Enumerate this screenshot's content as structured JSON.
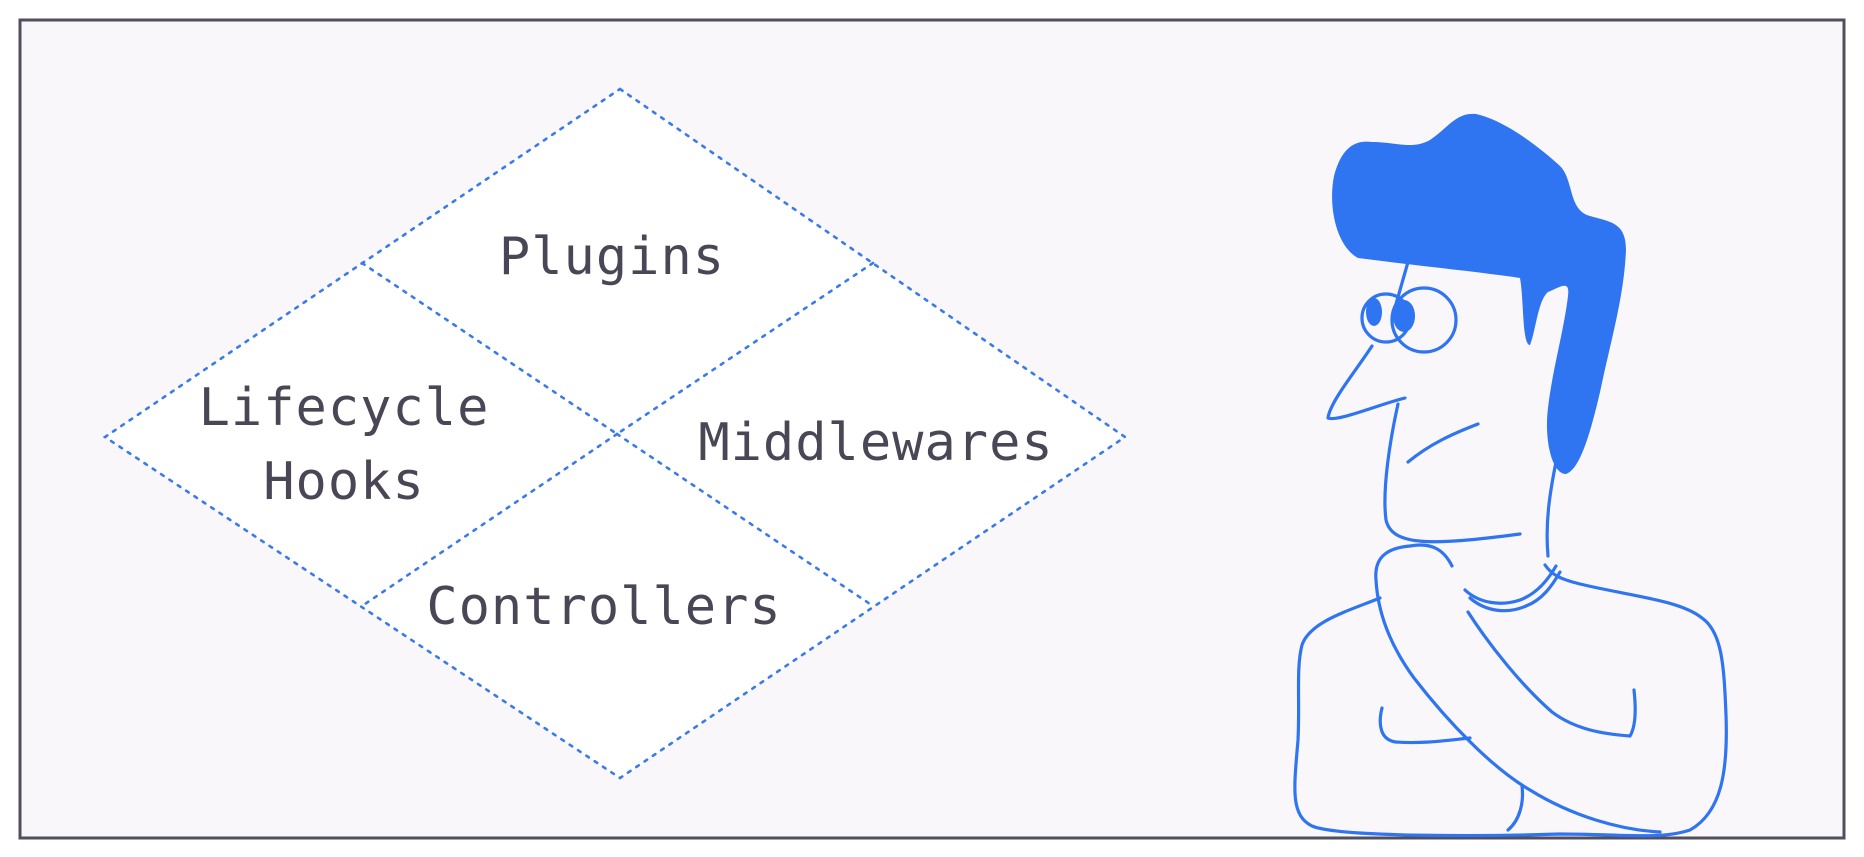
{
  "diagram": {
    "labels": {
      "top": "Plugins",
      "left_line1": "Lifecycle",
      "left_line2": "Hooks",
      "right": "Middlewares",
      "bottom": "Controllers"
    },
    "colors": {
      "frame": "#524e5e",
      "background": "#f9f7f9",
      "diamond_fill": "#ffffff",
      "dotted_line": "#3a7bea",
      "text": "#4a4656",
      "figure": "#2f74f0"
    }
  },
  "illustration": {
    "icon": "thinking-person-icon"
  }
}
